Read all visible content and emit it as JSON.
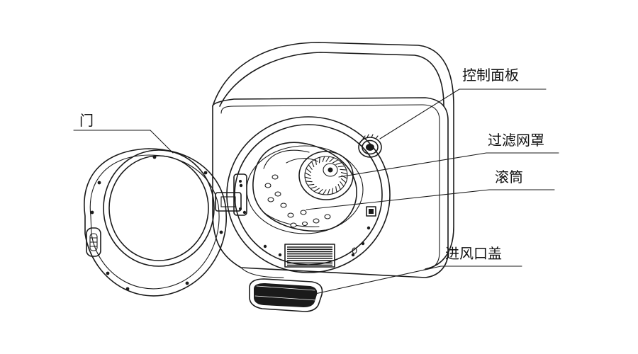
{
  "labels": {
    "door": "门",
    "control_panel": "控制面板",
    "filter_cover": "过滤网罩",
    "drum": "滚筒",
    "air_inlet_cover": "进风口盖"
  },
  "colors": {
    "line": "#1a1a1a",
    "background": "#ffffff"
  }
}
